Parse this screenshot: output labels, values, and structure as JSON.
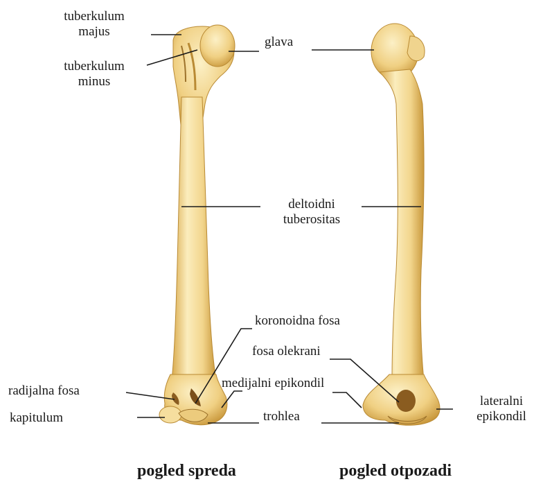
{
  "labels": {
    "tuberkulum_majus": [
      "tuberkulum",
      "majus"
    ],
    "tuberkulum_minus": [
      "tuberkulum",
      "minus"
    ],
    "glava": "glava",
    "deltoidni_tuberositas": [
      "deltoidni",
      "tuberositas"
    ],
    "koronoidna_fosa": "koronoidna fosa",
    "fosa_olekrani": "fosa olekrani",
    "medijalni_epikondil": "medijalni epikondil",
    "radijalna_fosa": "radijalna fosa",
    "kapitulum": "kapitulum",
    "trohlea": "trohlea",
    "lateralni_epikondil": [
      "lateralni",
      "epikondil"
    ]
  },
  "captions": {
    "front": "pogled spreda",
    "back": "pogled otpozadi"
  },
  "colors": {
    "bone_fill": "#f2d48a",
    "bone_light": "#fbecb9",
    "bone_shadow": "#c99a3c",
    "leader_line": "#1a1a1a"
  }
}
